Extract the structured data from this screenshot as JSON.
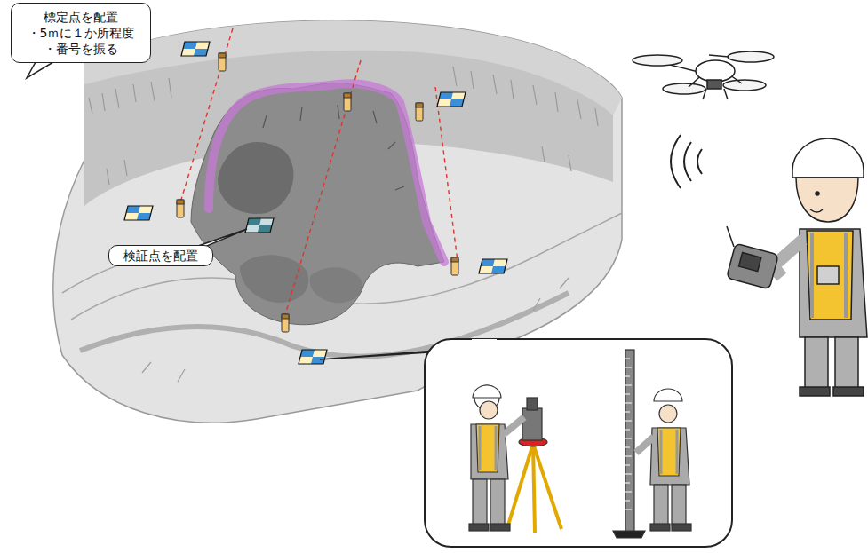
{
  "diagram": {
    "nodes": [
      {
        "text": [
          "標定点を配置",
          "・5ｍに１か所程度",
          "・番号を振る"
        ]
      },
      {
        "text": [
          "検証点を配置"
        ]
      }
    ]
  }
}
